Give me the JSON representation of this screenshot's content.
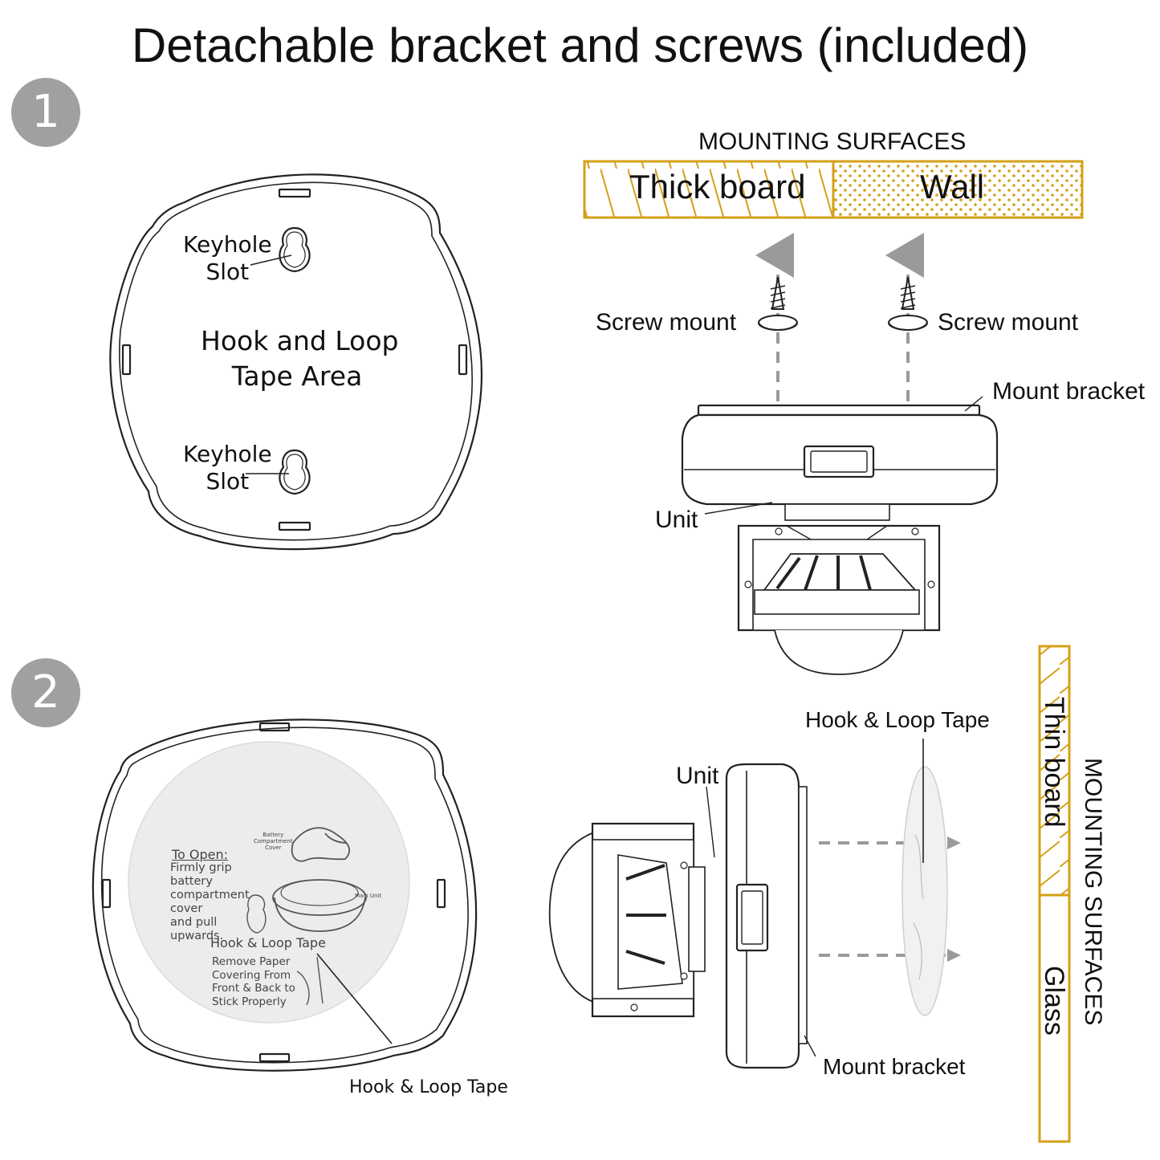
{
  "header": {
    "title": "Detachable bracket and screws (included)"
  },
  "steps": [
    {
      "number": "1"
    },
    {
      "number": "2"
    }
  ],
  "section1": {
    "back": {
      "keyhole_top": "Keyhole\nSlot",
      "keyhole_bottom": "Keyhole\nSlot",
      "tape_area": "Hook and Loop\nTape Area"
    },
    "mounting_surfaces_title": "MOUNTING SURFACES",
    "surfaces": [
      "Thick board",
      "Wall"
    ],
    "screw_left": "Screw mount",
    "screw_right": "Screw mount",
    "mount_bracket": "Mount bracket",
    "unit": "Unit"
  },
  "section2": {
    "disc": {
      "to_open_title": "To Open:",
      "to_open_text": "Firmly grip\nbattery\ncompartment\ncover\nand pull\nupwards.",
      "battery_label": "Battery\nCompartment\nCover",
      "main_unit_label": "Main Unit",
      "tape_title": "Hook & Loop Tape",
      "tape_text": "Remove Paper\nCovering From\nFront & Back to\nStick Properly"
    },
    "hook_loop_bottom": "Hook & Loop Tape",
    "hook_loop_top": "Hook & Loop Tape",
    "unit": "Unit",
    "mount_bracket": "Mount bracket",
    "mounting_surfaces_title": "MOUNTING SURFACES",
    "surfaces": [
      "Thin board",
      "Glass"
    ]
  },
  "colors": {
    "board": "#d4a017",
    "step_circle": "#a0a0a0",
    "line": "#222222",
    "dash": "#9a9a9a"
  }
}
